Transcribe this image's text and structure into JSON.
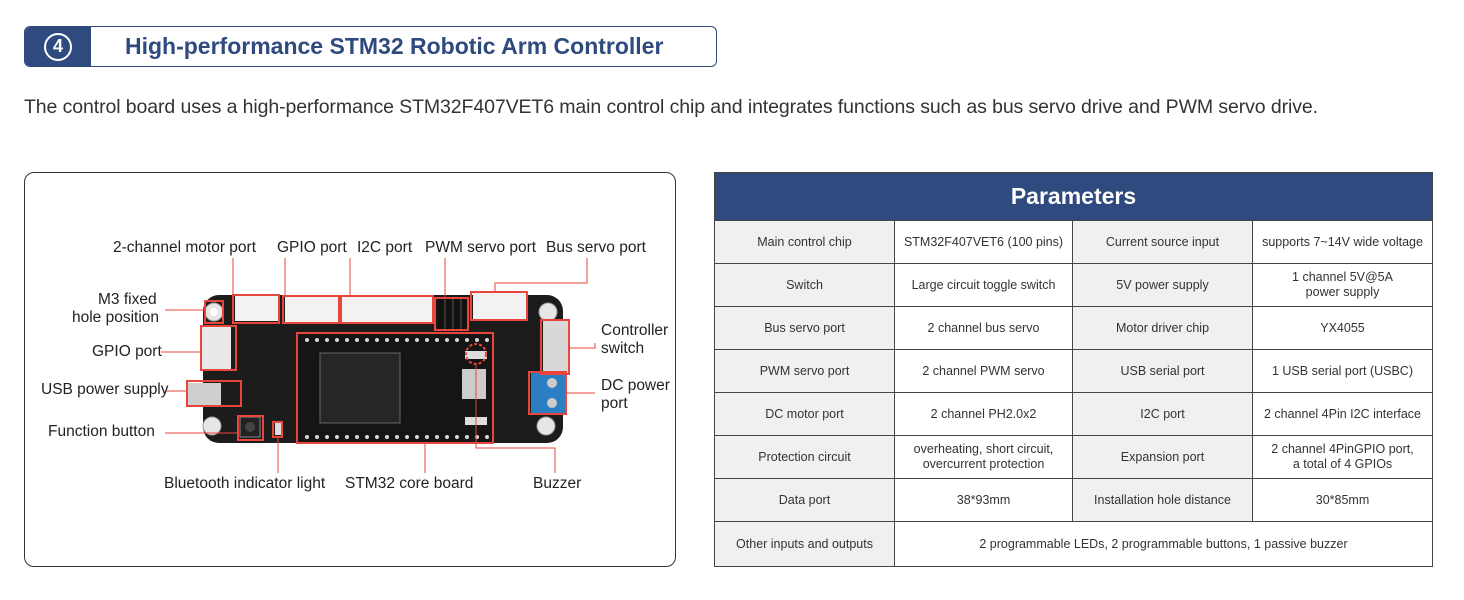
{
  "header": {
    "number": "4",
    "title": "High-performance STM32 Robotic Arm Controller"
  },
  "description": "The control board uses a high-performance STM32F407VET6 main control chip and integrates functions such as bus servo drive and PWM servo drive.",
  "board_labels": {
    "motor_port": "2-channel motor port",
    "gpio_port_top": "GPIO port",
    "i2c_port": "I2C port",
    "pwm_servo_port": "PWM servo port",
    "bus_servo_port": "Bus servo port",
    "m3_hole_line1": "M3 fixed",
    "m3_hole_line2": "hole position",
    "gpio_port_left": "GPIO port",
    "usb_power": "USB power supply",
    "function_button": "Function button",
    "controller_switch_line1": "Controller",
    "controller_switch_line2": "switch",
    "dc_power_line1": "DC power",
    "dc_power_line2": "port",
    "bluetooth_light": "Bluetooth indicator light",
    "core_board": "STM32 core board",
    "buzzer": "Buzzer"
  },
  "colors": {
    "brand": "#2f4a7e",
    "highlight": "#e8463c",
    "board": "#1c1c1c"
  },
  "parameters": {
    "title": "Parameters",
    "rows": [
      {
        "k1": "Main control chip",
        "v1": "STM32F407VET6 (100 pins)",
        "k2": "Current source input",
        "v2": "supports 7~14V wide voltage"
      },
      {
        "k1": "Switch",
        "v1": "Large circuit toggle switch",
        "k2": "5V power supply",
        "v2": "1 channel 5V@5A\npower supply"
      },
      {
        "k1": "Bus servo port",
        "v1": "2 channel bus servo",
        "k2": "Motor driver chip",
        "v2": "YX4055"
      },
      {
        "k1": "PWM servo port",
        "v1": "2 channel PWM servo",
        "k2": "USB serial port",
        "v2": "1 USB serial port (USBC)"
      },
      {
        "k1": "DC motor port",
        "v1": "2 channel PH2.0x2",
        "k2": "I2C port",
        "v2": "2 channel 4Pin I2C interface"
      },
      {
        "k1": "Protection circuit",
        "v1": "overheating, short circuit,\novercurrent protection",
        "k2": "Expansion port",
        "v2": "2 channel 4PinGPIO port,\na total of 4 GPIOs"
      },
      {
        "k1": "Data port",
        "v1": "38*93mm",
        "k2": "Installation hole distance",
        "v2": "30*85mm"
      }
    ],
    "last_row": {
      "k": "Other inputs and outputs",
      "v": "2 programmable LEDs, 2 programmable buttons, 1 passive buzzer"
    }
  }
}
